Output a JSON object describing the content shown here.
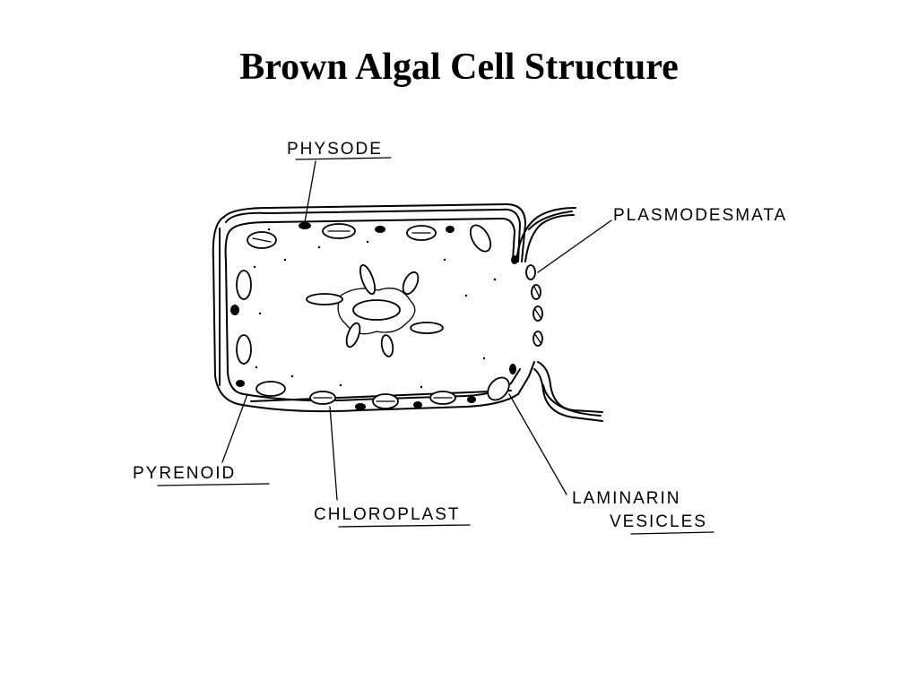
{
  "title": "Brown Algal Cell Structure",
  "labels": {
    "physode": "PHYSODE",
    "plasmodesmata": "PLASMODESMATA",
    "pyrenoid": "PYRENOID",
    "chloroplast": "CHLOROPLAST",
    "laminarin_line1": "LAMINARIN",
    "laminarin_line2": "VESICLES"
  }
}
